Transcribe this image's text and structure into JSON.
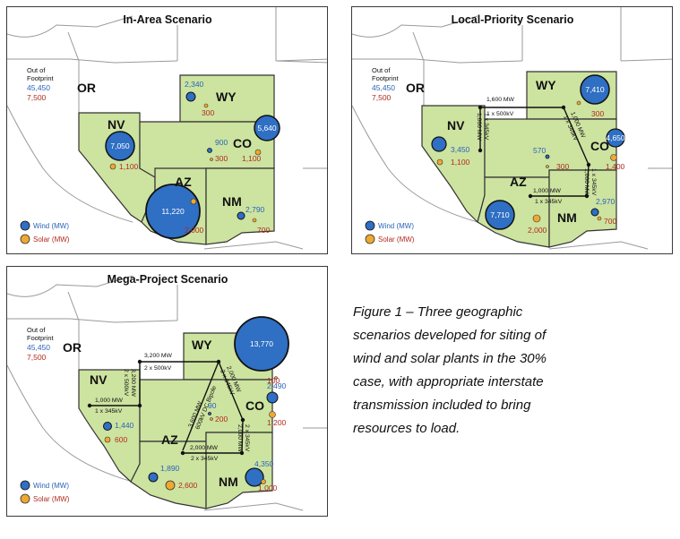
{
  "panels": {
    "in_area": {
      "title": "In-Area Scenario",
      "out_label_1": "Out of",
      "out_label_2": "Footprint",
      "out_wind": "45,450",
      "out_solar": "7,500",
      "states": {
        "or": "OR",
        "nv": "NV",
        "wy": "WY",
        "co": "CO",
        "az": "AZ",
        "nm": "NM"
      },
      "values": {
        "nv_wind": "7,050",
        "nv_solar": "1,100",
        "wy_wind": "2,340",
        "wy_solar": "300",
        "co_wind": "5,640",
        "co_solar": "1,100",
        "ut_wind": "900",
        "ut_solar": "300",
        "az_wind": "11,220",
        "az_solar": "2,000",
        "nm_wind": "2,790",
        "nm_solar": "700"
      },
      "legend": {
        "wind": "Wind (MW)",
        "solar": "Solar (MW)"
      }
    },
    "local_priority": {
      "title": "Local-Priority Scenario",
      "out_label_1": "Out of",
      "out_label_2": "Footprint",
      "out_wind": "45,450",
      "out_solar": "7,500",
      "states": {
        "or": "OR",
        "nv": "NV",
        "wy": "WY",
        "co": "CO",
        "az": "AZ",
        "nm": "NM"
      },
      "values": {
        "nv_wind": "3,450",
        "nv_solar": "1,100",
        "wy_wind": "7,410",
        "wy_solar": "300",
        "co_wind": "4,650",
        "co_solar": "1,400",
        "ut_wind": "570",
        "ut_solar": "300",
        "az_wind": "7,710",
        "az_solar": "2,000",
        "nm_wind": "2,970",
        "nm_solar": "700"
      },
      "transmission": {
        "t1a": "1,600 MW",
        "t1b": "1 x 500kV",
        "t2a": "1,000 MW",
        "t2b": "1 x 345kV",
        "t3a": "1,000 MW",
        "t3b": "1 x 345kV",
        "t4a": "1,000 MW",
        "t4b": "1 x 345kV",
        "t5a": "1,000 MW",
        "t5b": "1 x 345kV"
      },
      "legend": {
        "wind": "Wind (MW)",
        "solar": "Solar (MW)"
      }
    },
    "mega_project": {
      "title": "Mega-Project Scenario",
      "out_label_1": "Out of",
      "out_label_2": "Footprint",
      "out_wind": "45,450",
      "out_solar": "7,500",
      "states": {
        "or": "OR",
        "nv": "NV",
        "wy": "WY",
        "co": "CO",
        "az": "AZ",
        "nm": "NM"
      },
      "values": {
        "nv_wind": "1,440",
        "nv_solar": "600",
        "wy_wind": "13,770",
        "wy_solar": "100",
        "co_wind": "2,490",
        "co_solar": "1,200",
        "ut_wind": "90",
        "ut_solar": "200",
        "az_wind": "1,890",
        "az_solar": "2,600",
        "nm_wind": "4,350",
        "nm_solar": "1,000"
      },
      "transmission": {
        "t1a": "3,200 MW",
        "t1b": "2 x 500kV",
        "t2a": "3,200 MW",
        "t2b": "2 x 500kV",
        "t3a": "1,000 MW",
        "t3b": "1 x 345kV",
        "t4a": "3,600 MW",
        "t4b": "600kV DC Bipole",
        "t5a": "2,000 MW",
        "t5b": "2 x 345kV",
        "t6a": "2,000 MW",
        "t6b": "2 x 345kV",
        "t7a": "2,000 MW",
        "t7b": "2 x 345kV"
      },
      "legend": {
        "wind": "Wind (MW)",
        "solar": "Solar (MW)"
      }
    }
  },
  "caption": "Figure 1 – Three geographic scenarios developed for siting of wind and solar plants in the 30% case, with appropriate interstate transmission included to bring resources to load.",
  "colors": {
    "land_green": "#cde3a0",
    "wind_blue": "#2f6fc4",
    "solar_orange": "#f0a830",
    "wind_text": "#2a64b8",
    "solar_text": "#b22a1e"
  }
}
